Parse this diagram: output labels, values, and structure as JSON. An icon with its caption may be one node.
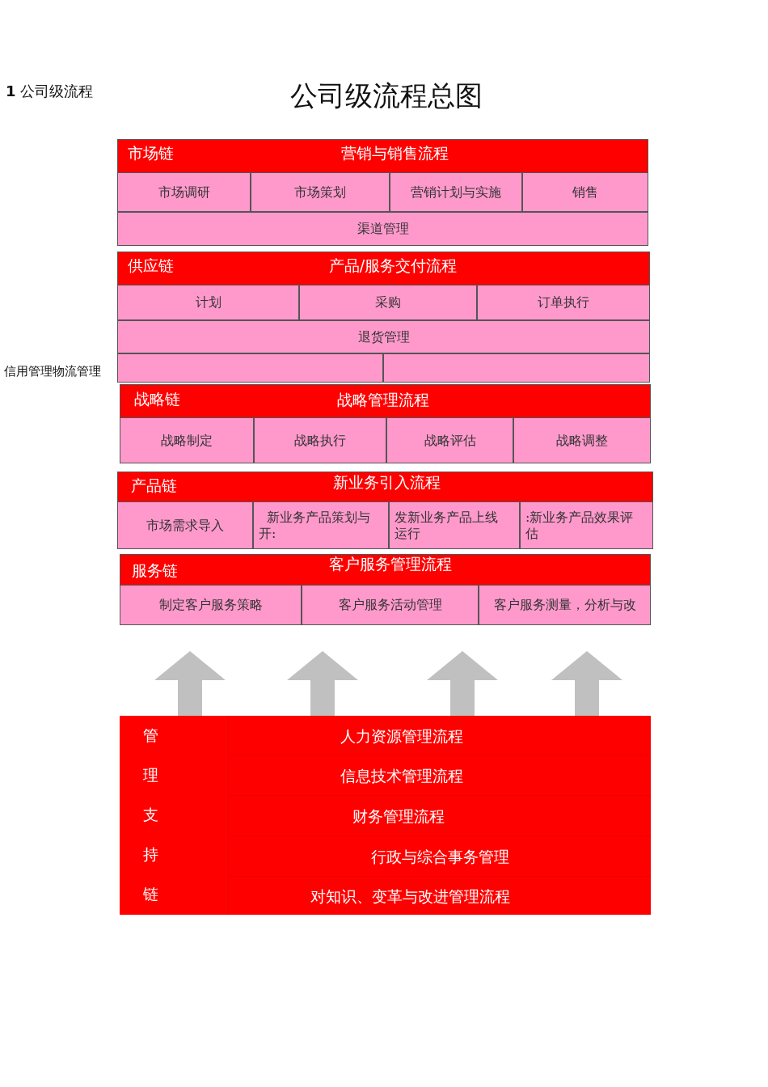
{
  "diagram": {
    "title": "公司级流程总图",
    "nodes": [
      {
        "text": [
          "市场链",
          "营销与销售流程"
        ]
      },
      {
        "text": [
          "市场调研"
        ],
        "in": 0
      },
      {
        "text": [
          "市场策划"
        ],
        "in": 0
      },
      {
        "text": [
          "营销计划与实施"
        ],
        "in": 0
      },
      {
        "text": [
          "销售"
        ],
        "in": 0
      },
      {
        "text": [
          "渠道管理"
        ],
        "in": 0
      },
      {
        "text": [
          "供应链",
          "产品/服务交付流程"
        ]
      },
      {
        "text": [
          "计划"
        ],
        "in": 6
      },
      {
        "text": [
          "采购"
        ],
        "in": 6
      },
      {
        "text": [
          "订单执行"
        ],
        "in": 6
      },
      {
        "text": [
          "退货管理"
        ],
        "in": 6
      },
      {
        "text": [],
        "shape": "box",
        "in": 6
      },
      {
        "text": [],
        "shape": "box",
        "in": 6
      },
      {
        "text": [
          "战略链",
          "战略管理流程"
        ]
      },
      {
        "text": [
          "战略制定"
        ],
        "in": 13
      },
      {
        "text": [
          "战略执行"
        ],
        "in": 13
      },
      {
        "text": [
          "战略评估"
        ],
        "in": 13
      },
      {
        "text": [
          "战略调整"
        ],
        "in": 13
      },
      {
        "text": [
          "产品链",
          "新业务引入流程"
        ]
      },
      {
        "text": [
          "市场需求导入"
        ],
        "in": 18
      },
      {
        "text": [
          "新业务产品策划与开:"
        ],
        "in": 18
      },
      {
        "text": [
          "发新业务产品上线运行"
        ],
        "in": 18
      },
      {
        "text": [
          ":新业务产品效果评估"
        ],
        "in": 18
      },
      {
        "text": [
          "服务链",
          "客户服务管理流程"
        ]
      },
      {
        "text": [
          "制定客户服务策略"
        ],
        "in": 23
      },
      {
        "text": [
          "客户服务活动管理"
        ],
        "in": 23
      },
      {
        "text": [
          "客户服务测量，分析与改"
        ],
        "in": 23
      },
      {
        "text": [
          "管理支持链"
        ]
      },
      {
        "text": [
          "人力资源管理流程"
        ],
        "in": 27
      },
      {
        "text": [
          "信息技术管理流程"
        ],
        "in": 27
      },
      {
        "text": [
          "财务管理流程"
        ],
        "in": 27
      },
      {
        "text": [
          "行政与综合事务管理"
        ],
        "in": 27
      },
      {
        "text": [
          "对知识、变革与改进管理流程"
        ],
        "in": 27
      }
    ],
    "edges": [
      {
        "from": 27,
        "to": 23,
        "arrow": "to"
      },
      {
        "from": 27,
        "to": 23,
        "arrow": "to"
      },
      {
        "from": 27,
        "to": 23,
        "arrow": "to"
      },
      {
        "from": 27,
        "to": 23,
        "arrow": "to"
      }
    ],
    "labels": [
      "**1** 公司级流程",
      "信用管理物流管理"
    ]
  }
}
